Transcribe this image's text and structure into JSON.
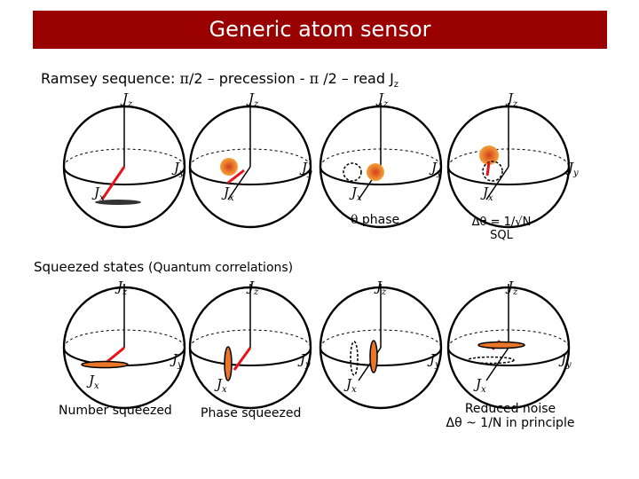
{
  "title": "Generic atom sensor",
  "ramsey": {
    "label": "Ramsey sequence:",
    "seq_pi1": "π",
    "seq_a": "/2 – precession -",
    "seq_pi2": "π",
    "seq_b": "/2 – read J",
    "seq_sub": "z"
  },
  "axes": {
    "J": "J",
    "z": "z",
    "y": "y",
    "x": "x"
  },
  "phase_label": {
    "theta": "θ",
    "text": " phase"
  },
  "sql_label": {
    "line1": "Δθ = 1/√N",
    "line2": "SQL"
  },
  "squeezed": {
    "label": "Squeezed states",
    "paren": "(Quantum correlations)",
    "number_caption": "Number squeezed",
    "phase_caption": "Phase squeezed",
    "reduced_line1": "Reduced noise",
    "reduced_line2": "Δθ ~ 1/N in principle"
  },
  "colors": {
    "title_bg": "#990000",
    "vector": "#e8121b",
    "blob_outer": "#f2a33a",
    "blob_inner": "#cf3f1d"
  }
}
